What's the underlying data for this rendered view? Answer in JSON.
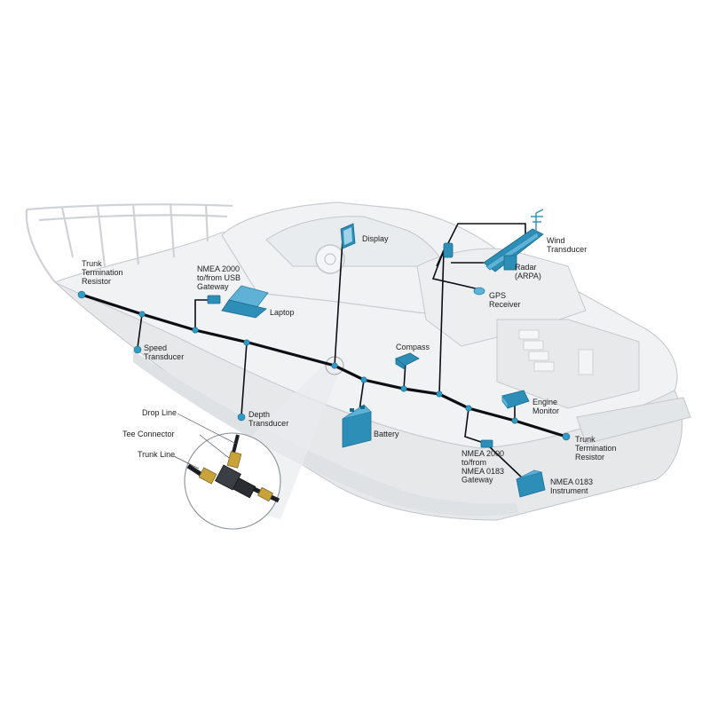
{
  "labels": {
    "trunk_term_left": [
      "Trunk",
      "Termination",
      "Resistor"
    ],
    "usb_gateway": [
      "NMEA 2000",
      "to/from USB",
      "Gateway"
    ],
    "laptop": [
      "Laptop"
    ],
    "display": [
      "Display"
    ],
    "wind": [
      "Wind",
      "Transducer"
    ],
    "radar": [
      "Radar",
      "(ARPA)"
    ],
    "gps": [
      "GPS",
      "Receiver"
    ],
    "speed": [
      "Speed",
      "Transducer"
    ],
    "compass": [
      "Compass"
    ],
    "engine": [
      "Engine",
      "Monitor"
    ],
    "depth": [
      "Depth",
      "Transducer"
    ],
    "battery": [
      "Battery"
    ],
    "trunk_term_right": [
      "Trunk",
      "Termination",
      "Resistor"
    ],
    "gw_0183": [
      "NMEA 2000",
      "to/from",
      "NMEA 0183",
      "Gateway"
    ],
    "inst_0183": [
      "NMEA 0183",
      "Instrument"
    ],
    "drop_line": [
      "Drop Line"
    ],
    "tee": [
      "Tee Connector"
    ],
    "trunk_line": [
      "Trunk Line"
    ]
  },
  "colors": {
    "device": "#2d8fb8",
    "trunk": "#0b0f14",
    "hull": "#f1f2f3"
  }
}
